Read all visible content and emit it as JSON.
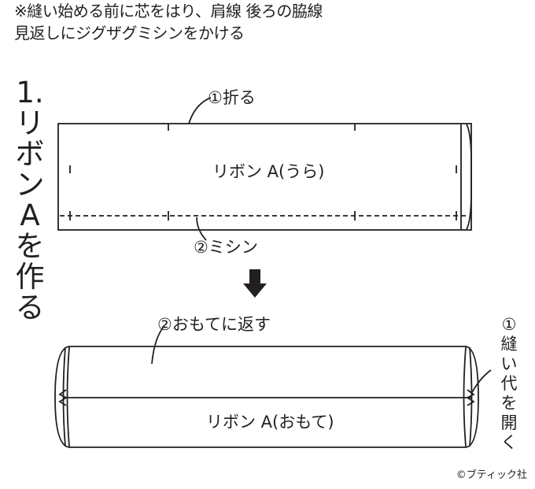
{
  "instructions": {
    "line1": "※縫い始める前に芯をはり、肩線 後ろの脇線",
    "line2": "見返しにジグザグミシンをかける"
  },
  "step": {
    "title_chars": [
      "1.",
      "リ",
      "ボ",
      "ン",
      "A",
      "を",
      "作",
      "る"
    ]
  },
  "diagram_top": {
    "fold_label": "①折る",
    "panel_label": "リボン A(うら)",
    "stitch_label": "②ミシン"
  },
  "diagram_bottom": {
    "turn_label": "②おもてに返す",
    "panel_label": "リボン A(おもて)",
    "side_label_chars": [
      "①",
      "縫",
      "い",
      "代",
      "を",
      "開",
      "く"
    ]
  },
  "credit": "©ブティック社",
  "colors": {
    "line": "#231f20",
    "background": "#ffffff"
  }
}
